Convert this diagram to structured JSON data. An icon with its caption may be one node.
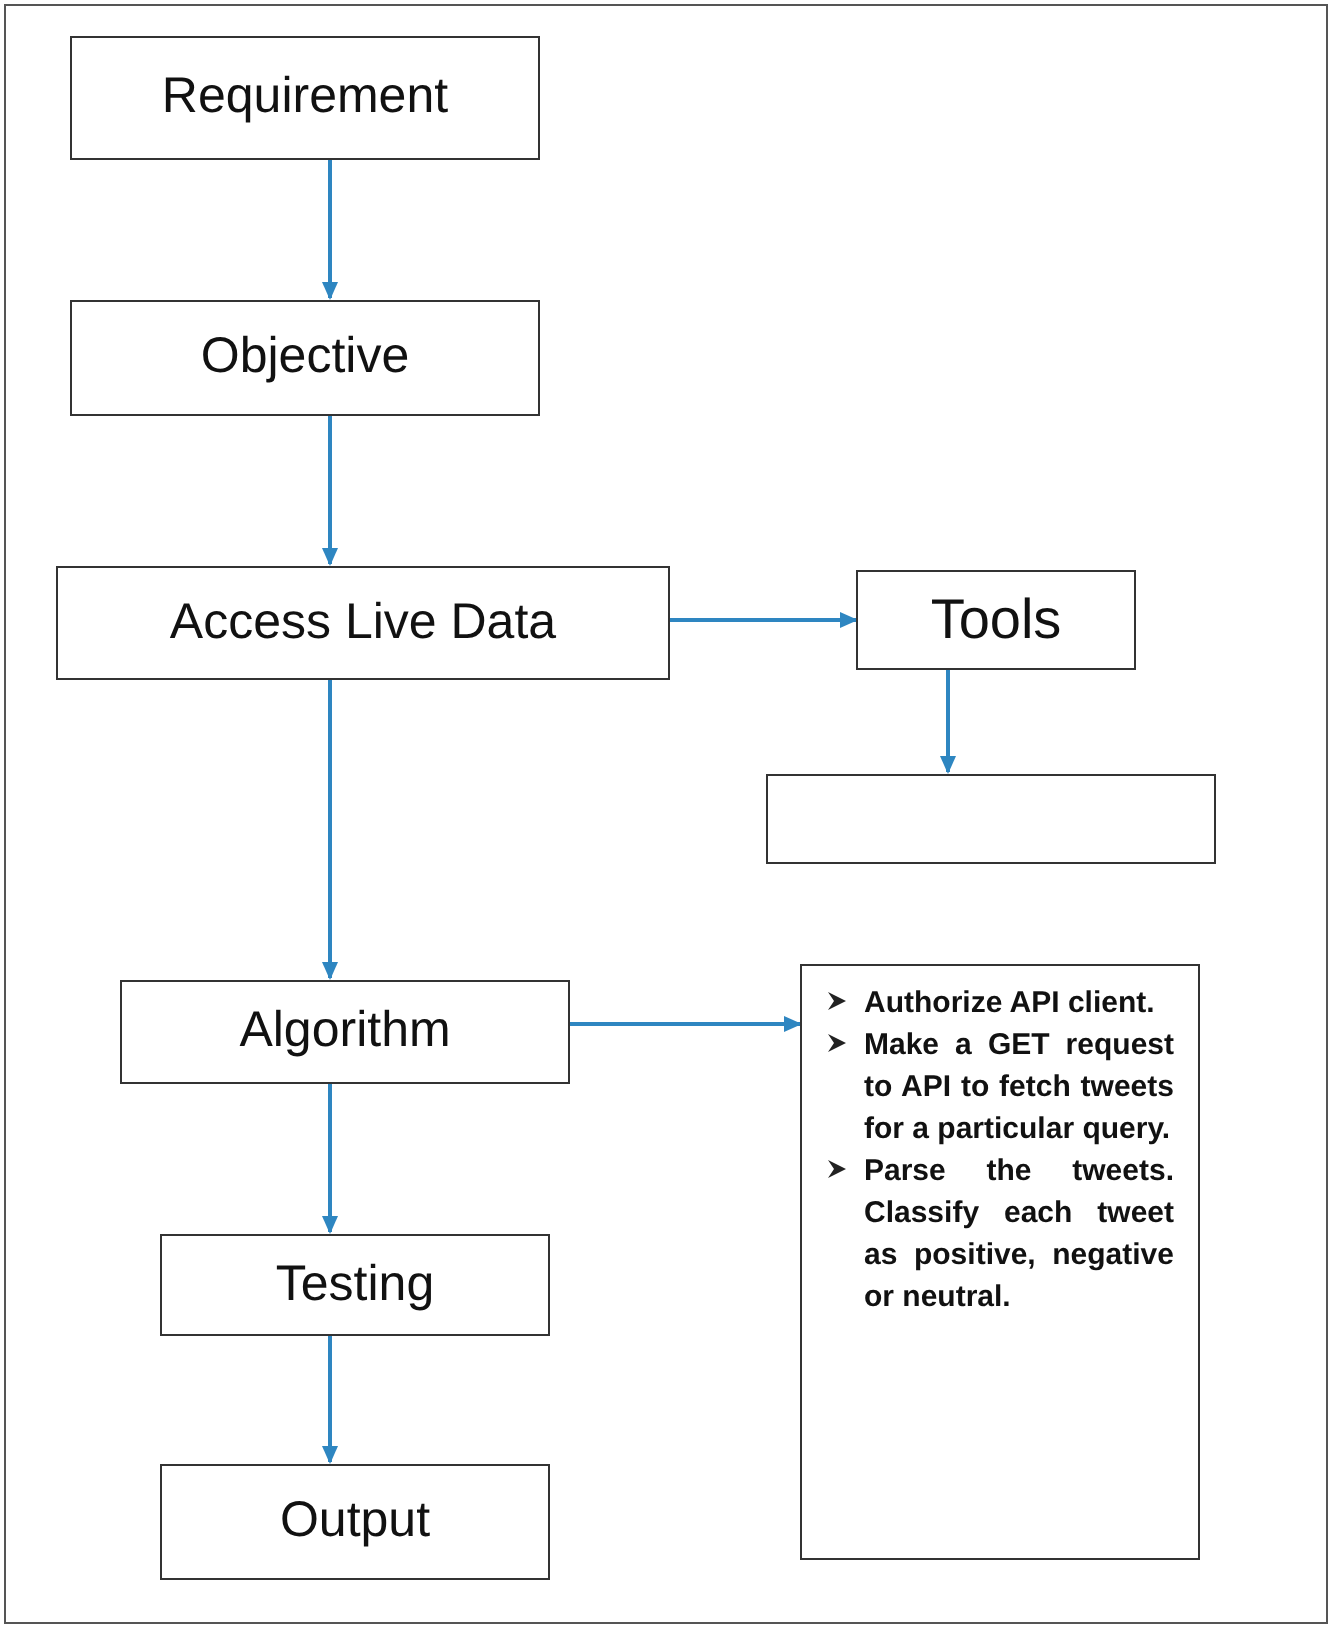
{
  "diagram": {
    "nodes": [
      {
        "text": [
          "Requirement"
        ]
      },
      {
        "text": [
          "Objective"
        ]
      },
      {
        "text": [
          "Access Live Data"
        ]
      },
      {
        "text": [
          "Tools"
        ]
      },
      {
        "text": [],
        "shape": "box"
      },
      {
        "text": [
          "Algorithm"
        ]
      },
      {
        "text": [
          "Authorize API client.",
          "Make a GET request to API to fetch tweets for a particular query.",
          "Parse the tweets. Classify each tweet as positive, negative or neutral."
        ]
      },
      {
        "text": [
          "Testing"
        ]
      },
      {
        "text": [
          "Output"
        ]
      }
    ],
    "edges": [
      {
        "from": 0,
        "to": 1,
        "arrow": "to"
      },
      {
        "from": 1,
        "to": 2,
        "arrow": "to"
      },
      {
        "from": 2,
        "to": 3,
        "arrow": "to"
      },
      {
        "from": 3,
        "to": 4,
        "arrow": "to"
      },
      {
        "from": 2,
        "to": 5,
        "arrow": "to"
      },
      {
        "from": 5,
        "to": 6,
        "arrow": "to"
      },
      {
        "from": 5,
        "to": 7,
        "arrow": "to"
      },
      {
        "from": 7,
        "to": 8,
        "arrow": "to"
      }
    ]
  }
}
